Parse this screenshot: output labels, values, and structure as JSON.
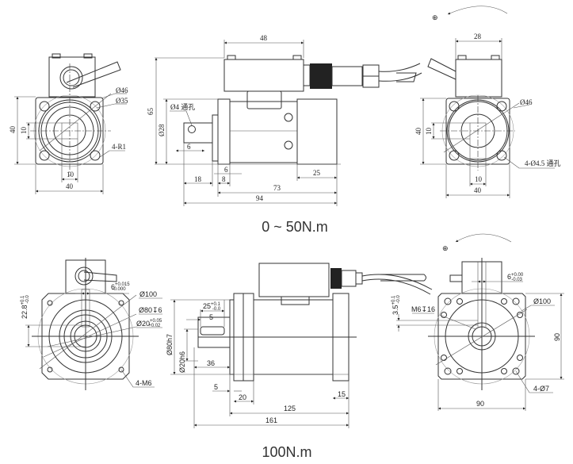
{
  "top": {
    "caption": "0 ~ 50N.m",
    "left_view": {
      "d_outer": "Ø46",
      "d_inner": "Ø35",
      "holes": "4-R1",
      "h40": "40",
      "h10": "10",
      "w10": "10",
      "w40": "40"
    },
    "side_view": {
      "box_w": "48",
      "h65": "65",
      "d28": "Ø28",
      "hole": "Ø4 通孔",
      "d6": "6",
      "d18": "18",
      "d6b": "6",
      "d8": "8",
      "d25": "25",
      "d73": "73",
      "d94": "94"
    },
    "right_view": {
      "box_w": "28",
      "d46": "Ø46",
      "h40": "40",
      "h10": "10",
      "w10": "10",
      "w40": "40",
      "holes": "4-Ø4.5 通孔",
      "rotation": "⊕"
    }
  },
  "bottom": {
    "caption": "100N.m",
    "left_view": {
      "key": "6",
      "key_tol_up": "+0.015",
      "key_tol_dn": "-0.000",
      "d100": "Ø100",
      "d80": "Ø80↧6",
      "d20": "Ø20",
      "d20_up": "+0.05",
      "d20_dn": "+0.02",
      "h22": "22.8",
      "h22_up": "+0.1",
      "h22_dn": "-0.0",
      "holes": "4-M6"
    },
    "side_view": {
      "d80h7": "Ø80h7",
      "d20h6": "Ø20h6",
      "k25": "25",
      "k25_up": "+0.1",
      "k25_dn": "-0.0",
      "k5": "5",
      "d36": "36",
      "d5": "5",
      "d20": "20",
      "d15": "15",
      "d125": "125",
      "d161": "161"
    },
    "right_view": {
      "key": "6",
      "key_up": "+0.00",
      "key_dn": "-0.03",
      "m6": "M6↧16",
      "d100": "Ø100",
      "h90": "90",
      "w90": "90",
      "holes": "4-Ø7",
      "h35": "3.5",
      "h35_up": "+0.1",
      "h35_dn": "-0.0",
      "rotation": "⊕"
    }
  }
}
